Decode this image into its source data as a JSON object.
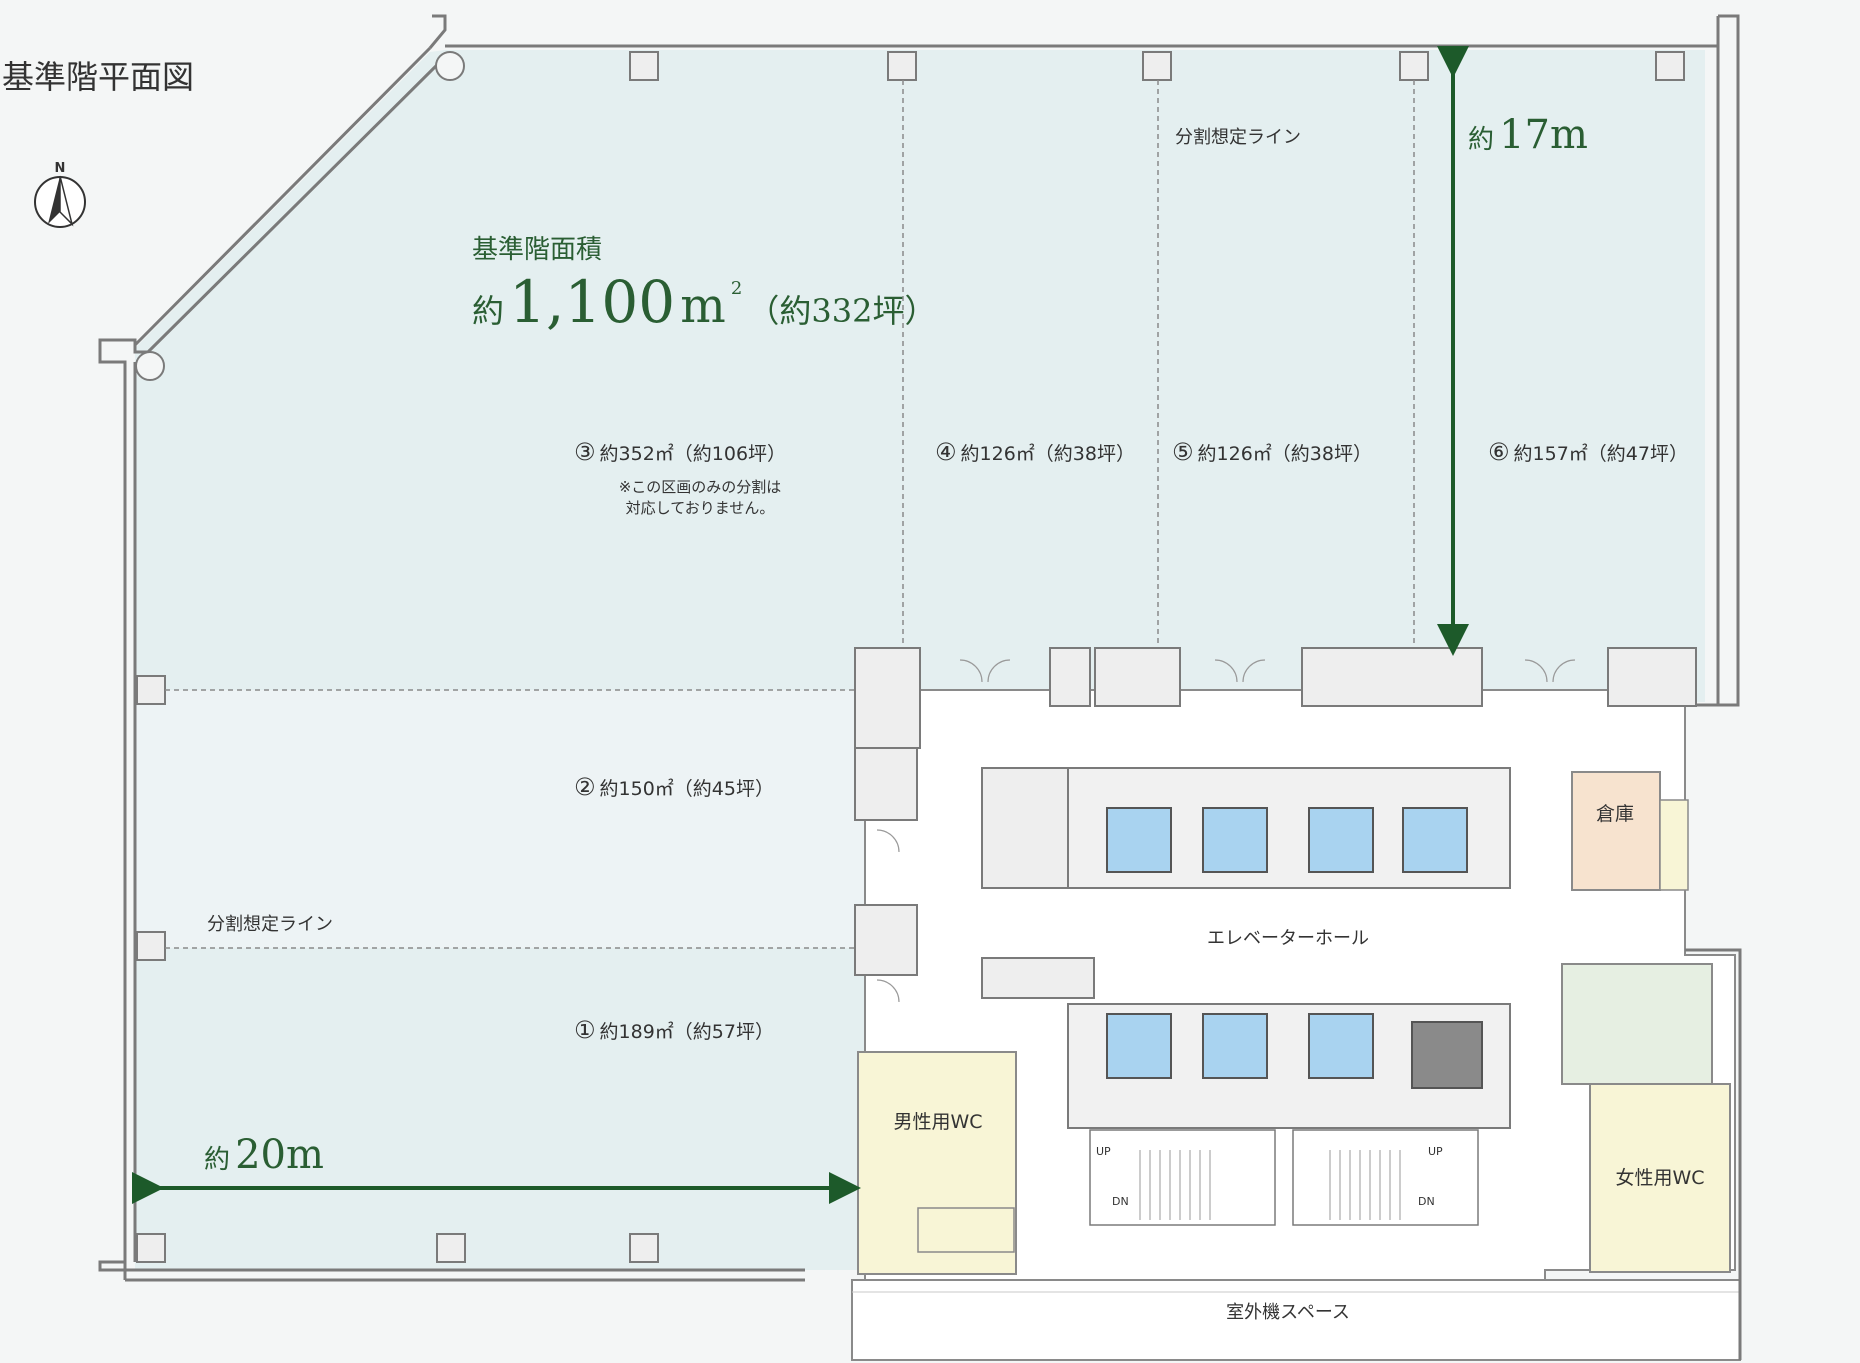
{
  "title": "基準階平面図",
  "north": "N",
  "total_area": {
    "label": "基準階面積",
    "prefix": "約",
    "value": "1,100",
    "unit": "m",
    "unit_sup": "2",
    "tsubo": "（約332坪）"
  },
  "dimensions": {
    "depth_prefix": "約",
    "depth_value": "17m",
    "width_prefix": "約",
    "width_value": "20m"
  },
  "division_line_label": "分割想定ライン",
  "sections": [
    {
      "num": "①",
      "area": "約189㎡（約57坪）"
    },
    {
      "num": "②",
      "area": "約150㎡（約45坪）"
    },
    {
      "num": "③",
      "area": "約352㎡（約106坪）",
      "note_line1": "※この区画のみの分割は",
      "note_line2": "対応しておりません。"
    },
    {
      "num": "④",
      "area": "約126㎡（約38坪）"
    },
    {
      "num": "⑤",
      "area": "約126㎡（約38坪）"
    },
    {
      "num": "⑥",
      "area": "約157㎡（約47坪）"
    }
  ],
  "rooms": {
    "storage": "倉庫",
    "elevator_hall": "エレベーターホール",
    "mens_wc": "男性用WC",
    "womens_wc": "女性用WC",
    "outdoor_unit": "室外機スペース",
    "stair_up": "UP",
    "stair_down": "DN"
  },
  "colors": {
    "office_area": "#e4eff0",
    "office_area_light": "#edf3f5",
    "core": "#ffffff",
    "elevator_car": "#a9d3f0",
    "storage": "#f7e3cf",
    "wc_mens": "#f8f5d6",
    "wc_womens": "#f8f5d6",
    "wc_powder": "#e6efe2",
    "dimension_arrow": "#1d5a2a",
    "accent_text": "#2a5e33",
    "wall": "#7a7a7a"
  }
}
